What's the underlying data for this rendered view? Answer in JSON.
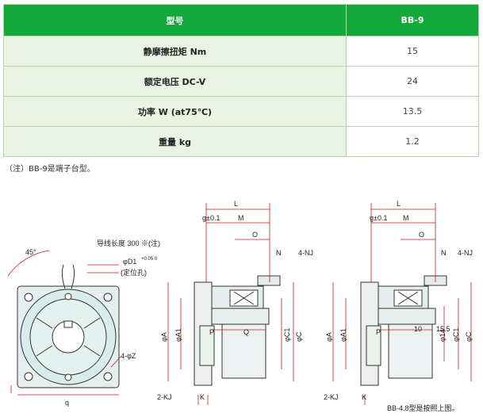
{
  "table": {
    "header_model": "型号",
    "header_value": "BB-9",
    "rows": [
      {
        "label": "静摩擦扭矩 Nm",
        "value": "15"
      },
      {
        "label": "额定电压 DC-V",
        "value": "24"
      },
      {
        "label": "功率 W (at75℃)",
        "value": "13.5"
      },
      {
        "label": "重量 kg",
        "value": "1.2"
      }
    ]
  },
  "note": "（注）BB-9是端子台型。",
  "drawing": {
    "angle": "45°",
    "lead_length": "导线长度 300 ※(注)",
    "hole_dia": "φD1",
    "hole_tol": "+0.05 0",
    "positioning_hole": "(定位孔)",
    "holes_z": "4-φZ",
    "holes_kj": "2-KJ",
    "dims": {
      "L": "L",
      "g": "g±0.1",
      "M": "M",
      "O": "O",
      "N": "N",
      "NJ": "4-NJ",
      "A": "φA",
      "A1": "φA1",
      "C": "φC",
      "C1": "φC1",
      "P": "P",
      "Q": "Q",
      "K": "K",
      "d14": "φ14",
      "d10": "10",
      "d155": "15.5",
      "q": "q"
    },
    "caption": "BB-4.8型是按照上图。"
  }
}
